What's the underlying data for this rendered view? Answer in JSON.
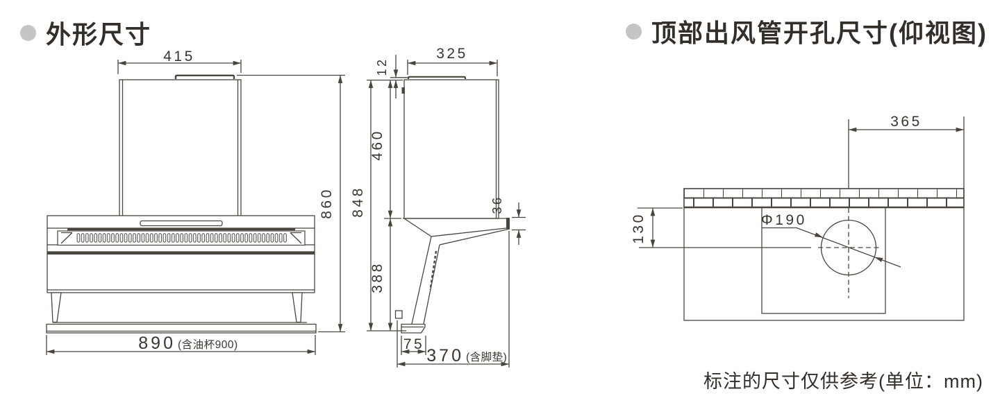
{
  "page": {
    "background": "#ffffff",
    "line_color": "#4a443e",
    "text_color": "#332e2a",
    "bullet_color": "#c5c5c5"
  },
  "sections": {
    "outline_dimensions": {
      "title": "外形尺寸"
    },
    "top_duct_cutout": {
      "title": "顶部出风管开孔尺寸(仰视图)"
    }
  },
  "front_view": {
    "top_width": "415",
    "total_height": "860",
    "bottom_width": "890",
    "bottom_width_note": "(含油杯900)"
  },
  "side_view": {
    "collar_height": "12",
    "top_depth": "325",
    "chimney_height": "460",
    "overall_height": "848",
    "front_lip_height": "36",
    "lower_height": "388",
    "foot_width": "75",
    "total_depth": "370",
    "total_depth_note": "(含脚垫)"
  },
  "top_cutout_view": {
    "hole_center_to_right_edge": "365",
    "wall_to_hole_center": "130",
    "hole_diameter": "Φ190"
  },
  "footnote": "标注的尺寸仅供参考(单位：mm)"
}
